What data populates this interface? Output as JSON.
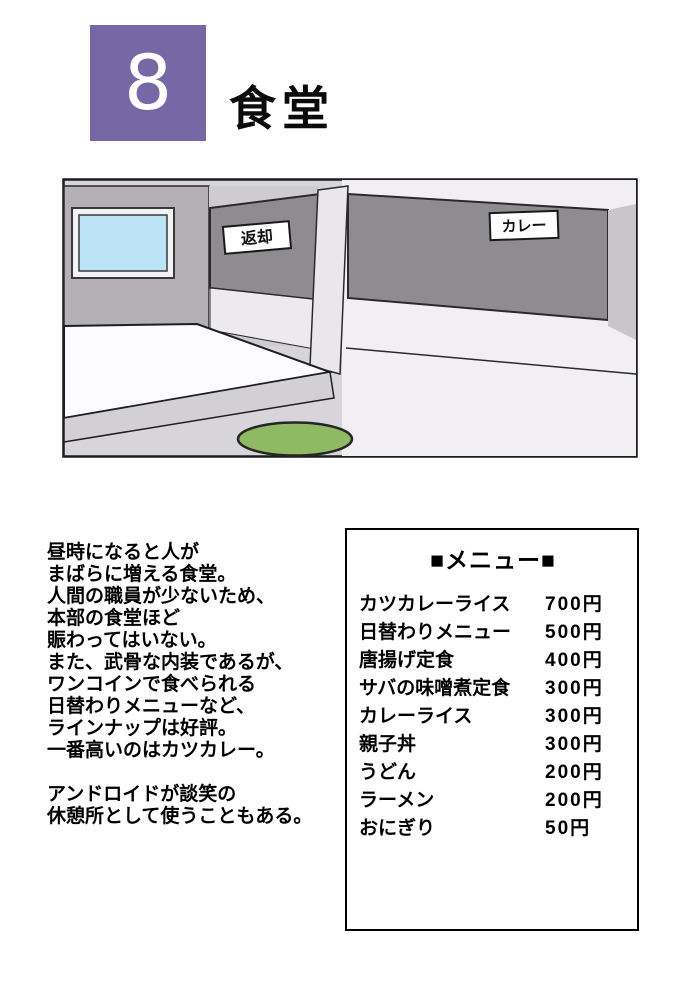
{
  "page": {
    "chapter_number": "8",
    "title": "食堂",
    "accent_color": "#7767a5"
  },
  "illustration": {
    "description": "cafeteria interior with serving counters, window, table and stool",
    "sign_left": "返却",
    "sign_right": "カレー",
    "stool_color": "#8fb963",
    "window_color": "#bde4f6"
  },
  "description": {
    "lines": [
      "昼時になると人が",
      "まばらに増える食堂。",
      "人間の職員が少ないため、",
      "本部の食堂ほど",
      "賑わってはいない。",
      "また、武骨な内装であるが、",
      "ワンコインで食べられる",
      "日替わりメニューなど、",
      "ラインナップは好評。",
      "一番高いのはカツカレー。",
      "",
      "アンドロイドが談笑の",
      "休憩所として使うこともある。"
    ]
  },
  "menu": {
    "title": "■メニュー■",
    "items": [
      {
        "name": "カツカレーライス",
        "price": "700円"
      },
      {
        "name": "日替わりメニュー",
        "price": "500円"
      },
      {
        "name": "唐揚げ定食",
        "price": "400円"
      },
      {
        "name": "サバの味噌煮定食",
        "price": "300円"
      },
      {
        "name": "カレーライス",
        "price": "300円"
      },
      {
        "name": "親子丼",
        "price": "300円"
      },
      {
        "name": "うどん",
        "price": "200円"
      },
      {
        "name": "ラーメン",
        "price": "200円"
      },
      {
        "name": "おにぎり",
        "price": "50円"
      }
    ]
  }
}
